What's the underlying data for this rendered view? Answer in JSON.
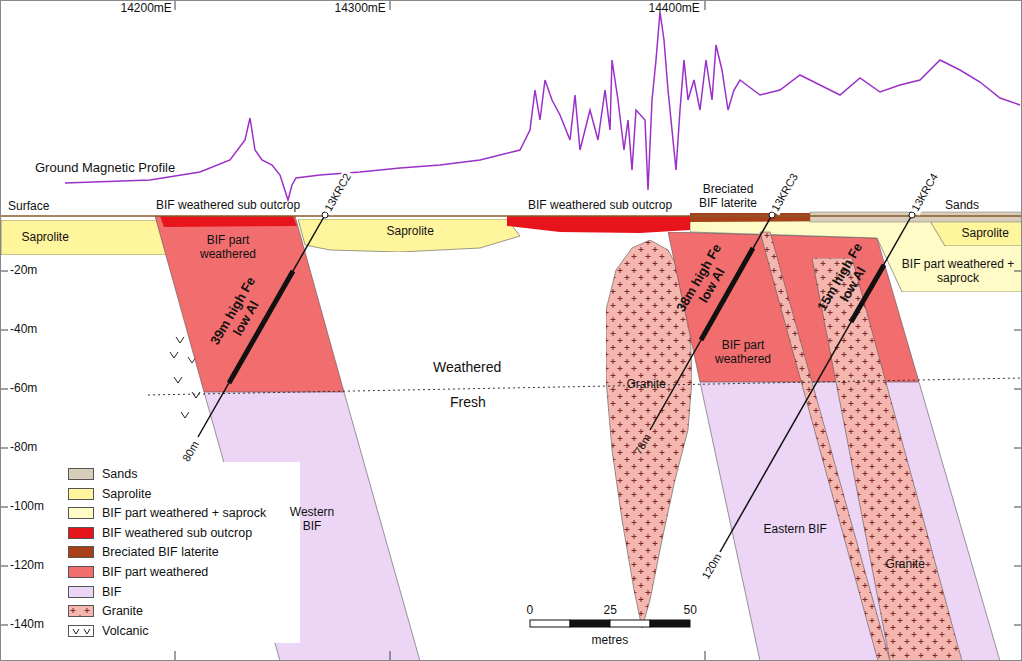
{
  "diagram": {
    "nodes": [
      {
        "text": [
          "Saprolite"
        ]
      },
      {
        "text": [
          "BIF part weathered"
        ]
      },
      {
        "text": [
          "Western BIF"
        ]
      },
      {
        "text": [
          "Saprolite"
        ]
      },
      {
        "text": [
          "Granite"
        ]
      },
      {
        "text": [
          "BIF part weathered"
        ]
      },
      {
        "text": [
          "Eastern BIF"
        ]
      },
      {
        "text": [
          "Granite"
        ]
      },
      {
        "text": [
          "BIF part weathered + saprock"
        ]
      },
      {
        "text": [
          "Saprolite"
        ]
      }
    ],
    "labels": [
      "14200mE",
      "14300mE",
      "14400mE",
      "Ground Magnetic Profile",
      "Surface",
      "BIF weathered sub outcrop",
      "BIF weathered sub outcrop",
      "Breciated BIF laterite",
      "Sands",
      "13KRC2",
      "13KRC3",
      "13KRC4",
      "39m high Fe low Al",
      "38m high Fe low Al",
      "15m high Fe low Al",
      "Weathered",
      "Fresh",
      "-20m",
      "-40m",
      "-60m",
      "-80m",
      "-100m",
      "-120m",
      "-140m",
      "80m",
      "78m",
      "120m",
      "0",
      "25",
      "50",
      "metres"
    ],
    "legend": [
      {
        "text": "Sands",
        "color": "#d8ccbb"
      },
      {
        "text": "Saprolite",
        "color": "#fff59d"
      },
      {
        "text": "BIF part weathered + saprock",
        "color": "#fffbc6"
      },
      {
        "text": "BIF weathered sub outcrop",
        "color": "#e8141c"
      },
      {
        "text": "Breciated BIF laterite",
        "color": "#a8401a"
      },
      {
        "text": "BIF part weathered",
        "color": "#f26d6d"
      },
      {
        "text": "BIF",
        "color": "#ecd5f5"
      },
      {
        "text": "Granite",
        "color": "#f4b6ae"
      },
      {
        "text": "Volcanic"
      }
    ]
  }
}
